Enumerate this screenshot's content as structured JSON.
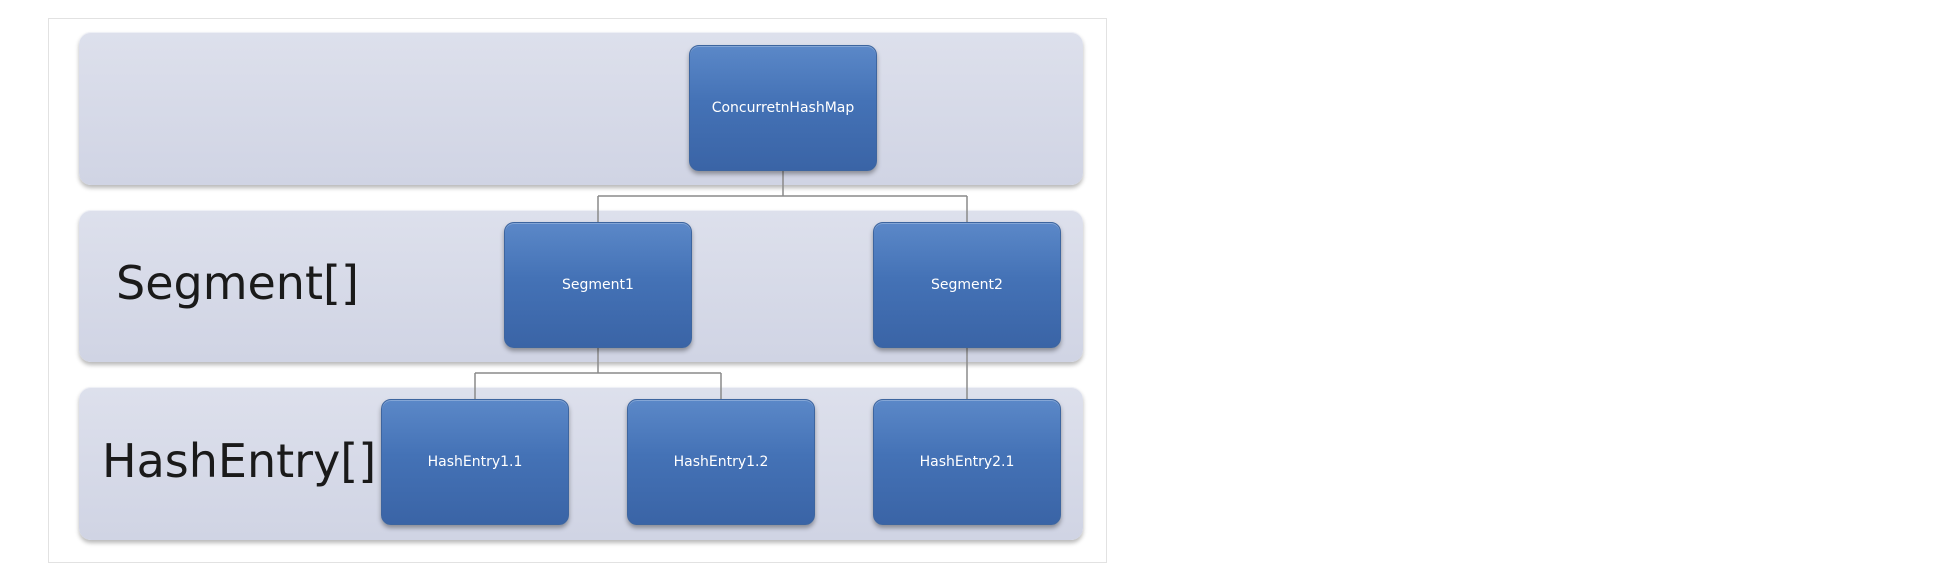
{
  "diagram": {
    "levels": {
      "segment_label": "Segment[]",
      "hashentry_label": "HashEntry[]"
    },
    "nodes": {
      "root": "ConcurretnHashMap",
      "segment1": "Segment1",
      "segment2": "Segment2",
      "hashentry_1_1": "HashEntry1.1",
      "hashentry_1_2": "HashEntry1.2",
      "hashentry_2_1": "HashEntry2.1"
    },
    "colors": {
      "band": "#d4d8e6",
      "node": "#4472b6",
      "node_text": "#ffffff",
      "connector": "#8a8a8a"
    }
  }
}
